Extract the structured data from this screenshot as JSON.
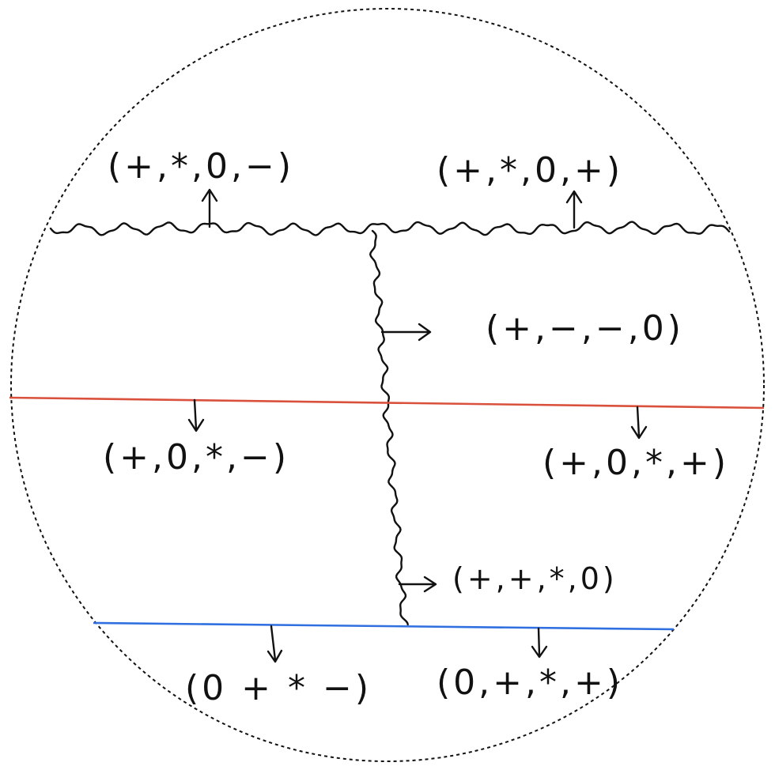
{
  "colors": {
    "ink": "#111111",
    "red_line": "#d9513c",
    "blue_line": "#2f6fe0",
    "background": "#ffffff"
  },
  "labels": {
    "top_left": "(+,*,0,−)",
    "top_right": "(+,*,0,+)",
    "mid_right_upper": "(+,−,−,0)",
    "red_left": "(+,0,*,−)",
    "red_right": "(+,0,*,+)",
    "mid_right_lower": "(+,+,*,0)",
    "bottom_left": "(0 + * −)",
    "bottom_right": "(0,+,*,+)"
  }
}
